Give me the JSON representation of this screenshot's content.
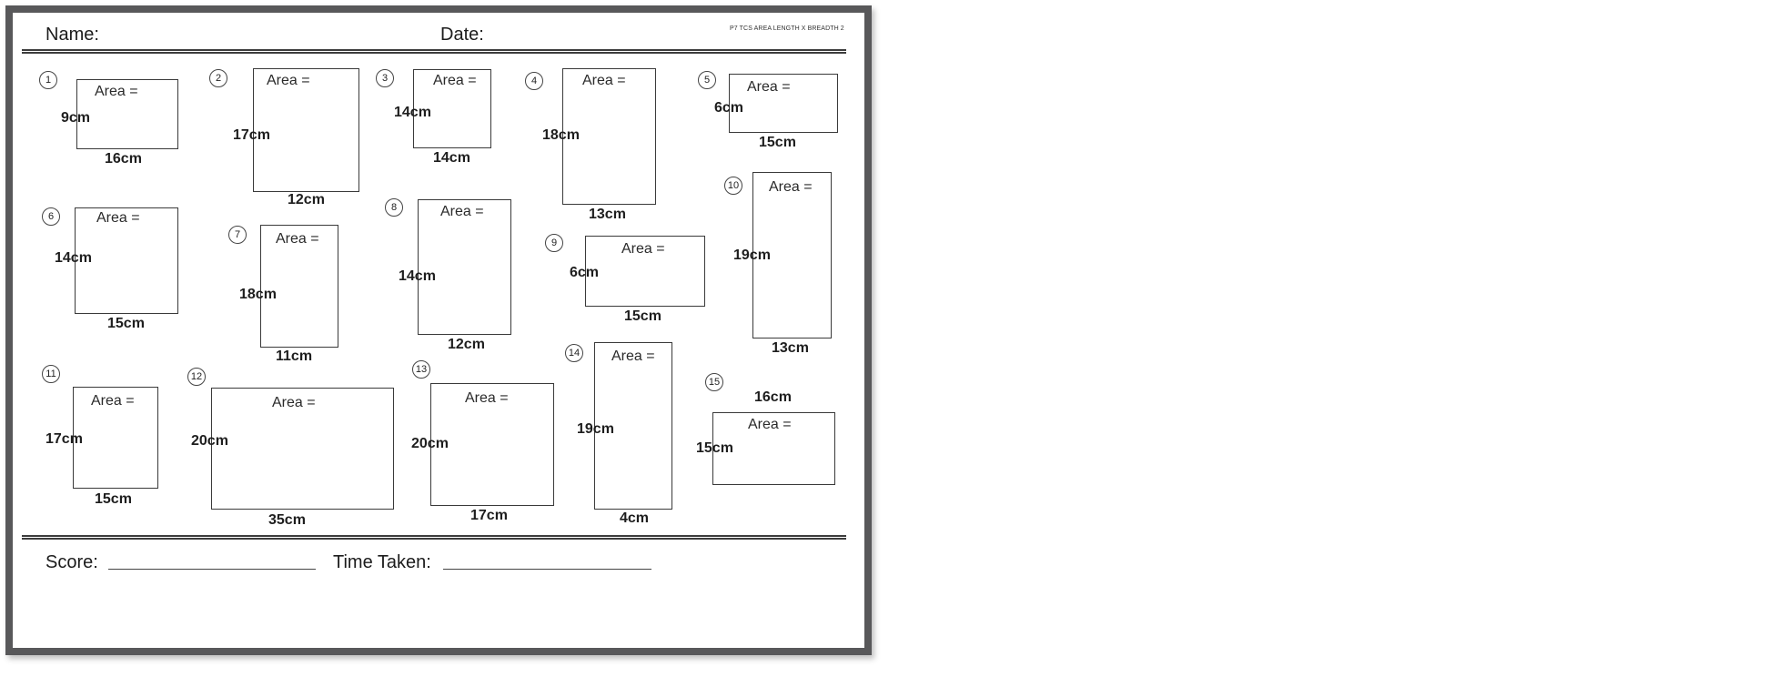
{
  "header": {
    "name_label": "Name:",
    "date_label": "Date:",
    "sheet_code": "P7 TCS AREA LENGTH X BREADTH 2"
  },
  "problems": [
    {
      "n": "1",
      "area": "Area =",
      "side": "9cm",
      "base": "16cm"
    },
    {
      "n": "2",
      "area": "Area =",
      "side": "17cm",
      "base": "12cm"
    },
    {
      "n": "3",
      "area": "Area =",
      "side": "14cm",
      "base": "14cm"
    },
    {
      "n": "4",
      "area": "Area =",
      "side": "18cm",
      "base": "13cm"
    },
    {
      "n": "5",
      "area": "Area =",
      "side": "6cm",
      "base": "15cm"
    },
    {
      "n": "6",
      "area": "Area =",
      "side": "14cm",
      "base": "15cm"
    },
    {
      "n": "7",
      "area": "Area =",
      "side": "18cm",
      "base": "11cm"
    },
    {
      "n": "8",
      "area": "Area =",
      "side": "14cm",
      "base": "12cm"
    },
    {
      "n": "9",
      "area": "Area =",
      "side": "6cm",
      "base": "15cm"
    },
    {
      "n": "10",
      "area": "Area =",
      "side": "19cm",
      "base": "13cm"
    },
    {
      "n": "11",
      "area": "Area =",
      "side": "17cm",
      "base": "15cm"
    },
    {
      "n": "12",
      "area": "Area =",
      "side": "20cm",
      "base": "35cm"
    },
    {
      "n": "13",
      "area": "Area =",
      "side": "20cm",
      "base": "17cm"
    },
    {
      "n": "14",
      "area": "Area =",
      "side": "19cm",
      "base": "4cm"
    },
    {
      "n": "15",
      "area": "Area =",
      "side": "15cm",
      "base": "16cm"
    }
  ],
  "footer": {
    "score_label": "Score:",
    "time_label": "Time Taken:"
  }
}
